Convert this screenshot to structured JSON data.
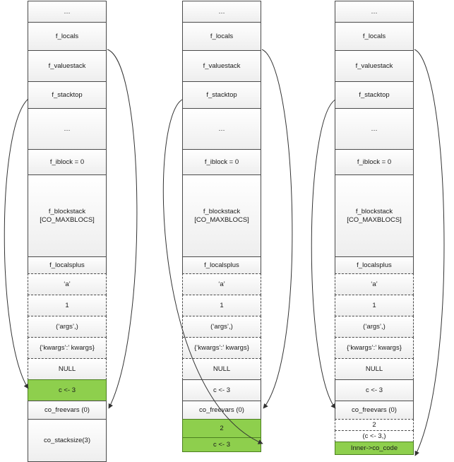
{
  "columns": [
    {
      "cells": [
        {
          "label": "…",
          "style": "solid"
        },
        {
          "label": "f_locals",
          "style": "solid"
        },
        {
          "label": "f_valuestack",
          "style": "solid"
        },
        {
          "label": "f_stacktop",
          "style": "solid"
        },
        {
          "label": "…",
          "style": "solid"
        },
        {
          "label": "f_iblock = 0",
          "style": "solid"
        },
        {
          "label": "f_blockstack\n[CO_MAXBLOCS]",
          "style": "solid"
        },
        {
          "label": "f_localsplus",
          "style": "solid"
        },
        {
          "label": "‘a’",
          "style": "dashed"
        },
        {
          "label": "1",
          "style": "dashed"
        },
        {
          "label": "(‘args’,)",
          "style": "dashed"
        },
        {
          "label": "{‘kwargs’:’ kwargs}",
          "style": "dashed"
        },
        {
          "label": "NULL",
          "style": "dashed"
        },
        {
          "label": "c <- 3",
          "style": "green"
        },
        {
          "label": "co_freevars (0)",
          "style": "solid"
        },
        {
          "label": "co_stacksize(3)",
          "style": "solid"
        }
      ]
    },
    {
      "cells": [
        {
          "label": "…",
          "style": "solid"
        },
        {
          "label": "f_locals",
          "style": "solid"
        },
        {
          "label": "f_valuestack",
          "style": "solid"
        },
        {
          "label": "f_stacktop",
          "style": "solid"
        },
        {
          "label": "…",
          "style": "solid"
        },
        {
          "label": "f_iblock = 0",
          "style": "solid"
        },
        {
          "label": "f_blockstack\n[CO_MAXBLOCS]",
          "style": "solid"
        },
        {
          "label": "f_localsplus",
          "style": "solid"
        },
        {
          "label": "‘a’",
          "style": "dashed"
        },
        {
          "label": "1",
          "style": "dashed"
        },
        {
          "label": "(‘args’,)",
          "style": "dashed"
        },
        {
          "label": "{‘kwargs’:’ kwargs}",
          "style": "dashed"
        },
        {
          "label": "NULL",
          "style": "dashed"
        },
        {
          "label": "c <- 3",
          "style": "solid"
        },
        {
          "label": "co_freevars (0)",
          "style": "solid"
        },
        {
          "label": "2",
          "style": "green"
        },
        {
          "label": "c <- 3",
          "style": "green"
        }
      ]
    },
    {
      "cells": [
        {
          "label": "…",
          "style": "solid"
        },
        {
          "label": "f_locals",
          "style": "solid"
        },
        {
          "label": "f_valuestack",
          "style": "solid"
        },
        {
          "label": "f_stacktop",
          "style": "solid"
        },
        {
          "label": "…",
          "style": "solid"
        },
        {
          "label": "f_iblock = 0",
          "style": "solid"
        },
        {
          "label": "f_blockstack\n[CO_MAXBLOCS]",
          "style": "solid"
        },
        {
          "label": "f_localsplus",
          "style": "solid"
        },
        {
          "label": "‘a’",
          "style": "dashed"
        },
        {
          "label": "1",
          "style": "dashed"
        },
        {
          "label": "(‘args’,)",
          "style": "dashed"
        },
        {
          "label": "{‘kwargs’:’ kwargs}",
          "style": "dashed"
        },
        {
          "label": "NULL",
          "style": "dashed"
        },
        {
          "label": "c <- 3",
          "style": "solid"
        },
        {
          "label": "co_freevars (0)",
          "style": "solid"
        },
        {
          "label": "2",
          "style": "dashed-plain"
        },
        {
          "label": "(c <- 3,)",
          "style": "dashed-plain"
        },
        {
          "label": "Inner->co_code",
          "style": "green"
        }
      ]
    }
  ]
}
